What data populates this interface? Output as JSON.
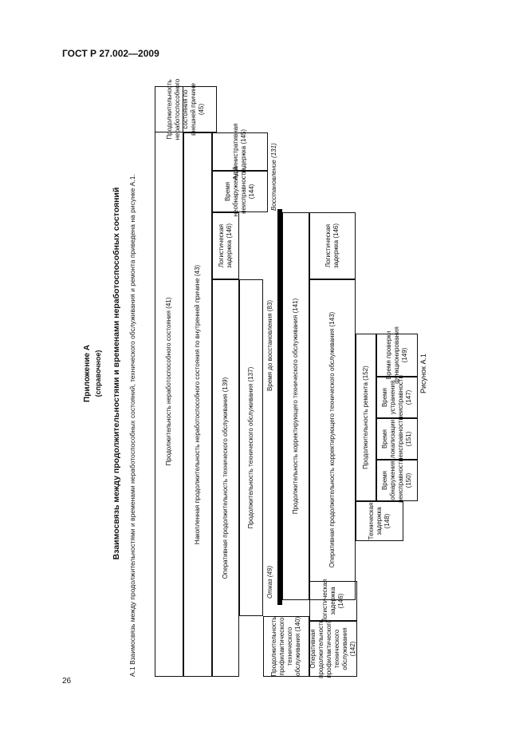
{
  "header": {
    "doc_code": "ГОСТ Р 27.002—2009",
    "page_number": "26"
  },
  "appendix": {
    "title": "Приложение А",
    "subtitle": "(справочное)"
  },
  "section_title": "Взаимосвязь между продолжительностями и временами неработоспособных состояний",
  "intro_text": "А.1 Взаимосвязь между продолжительностями и временами неработоспособных состояний, технического обслуживания и ремонта приведена на рисунке А.1.",
  "figure_caption": "Рисунок А.1",
  "diagram": {
    "r1": "Продолжительность неработоспособного состояния (41)",
    "r2_main": "Накопленная продолжительность неработоспособного состояния по внутренней причине (43)",
    "r2_side": "Продолжительность неработоспособного состояния по внешней причине (45)",
    "r3_main": "Оперативная продолжительность технического обслуживания (139)",
    "r3_log": "Логистическая задержка (146)",
    "r3_detect": "Время необнаруженной неисправности (144)",
    "r3_admin": "Административная задержка (145)",
    "r4_main": "Продолжительность технического обслуживания (137)",
    "r5_failure": "Отказ (49)",
    "r5_restore_time": "Время до восстановления (83)",
    "r5_restored": "Восстановление (131)",
    "prev_main": "Продолжительность профилактического технического обслуживания (140)",
    "prev_oper": "Оперативная продолжительность профилактического технического обслуживания (142)",
    "prev_log": "Логистическая задержка (146)",
    "corr_main": "Продолжительность корректирующего технического обслуживания (141)",
    "corr_oper": "Оперативная продолжительность корректирующего технического обслуживания (143)",
    "corr_log": "Логистическая задержка (146)",
    "tech_delay": "Техническая задержка (148)",
    "repair": "Продолжительность ремонта (152)",
    "rep_detect": "Время обнаружения неисправности (150)",
    "rep_localize": "Время локализации неисправности (151)",
    "rep_fix": "Время устранения неисправности (147)",
    "rep_check": "Время проверки функционирования (149)"
  }
}
